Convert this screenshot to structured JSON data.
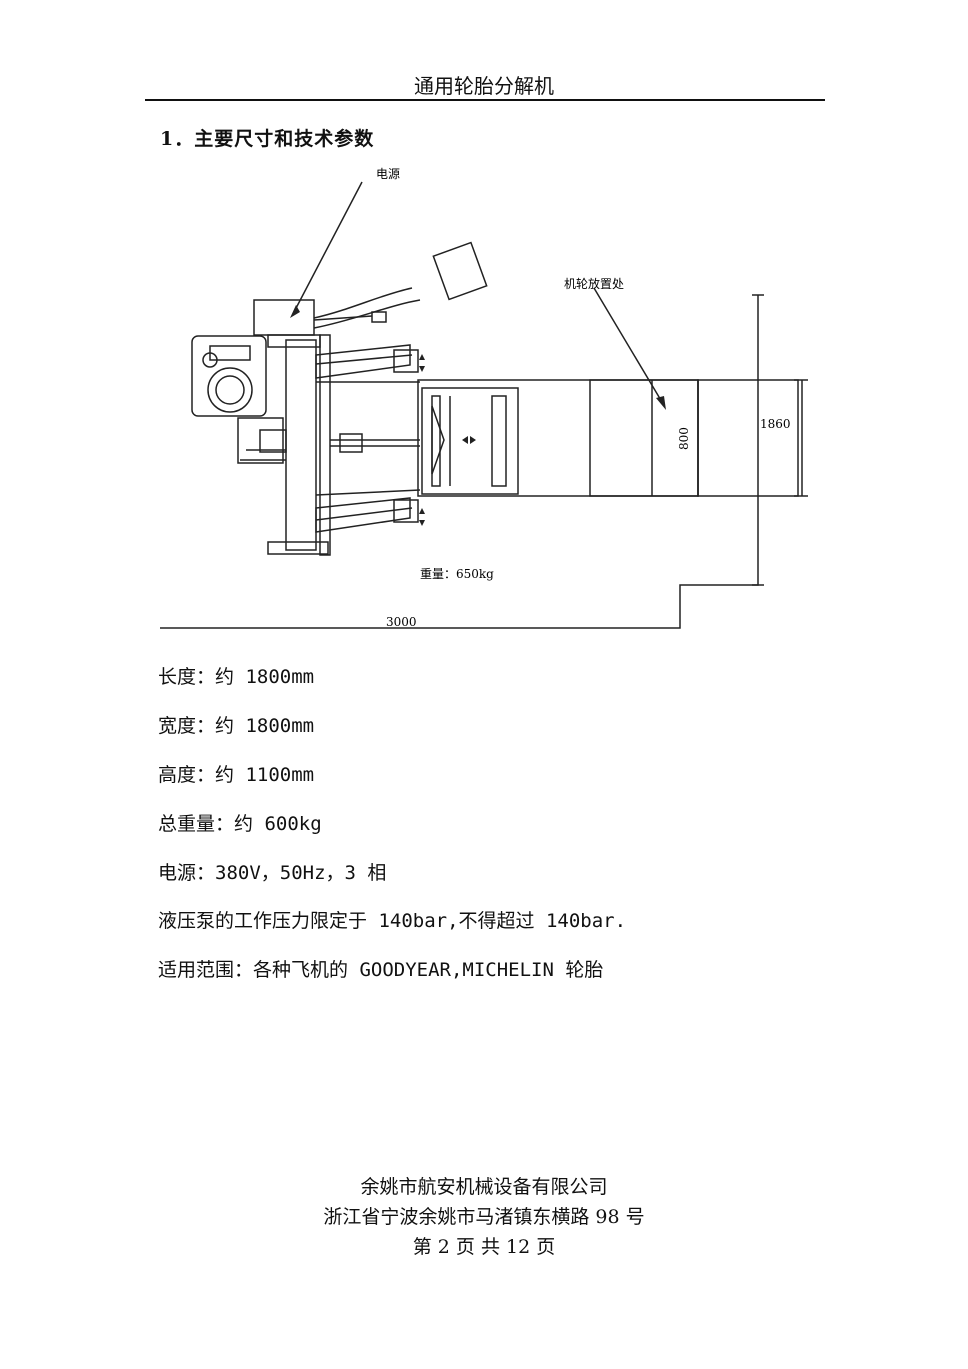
{
  "header": {
    "title": "通用轮胎分解机"
  },
  "section": {
    "title": "1．主要尺寸和技术参数"
  },
  "diagram": {
    "labels": {
      "power": "电源",
      "wheel_place": "机轮放置处",
      "weight": "重量：650kg",
      "dim_width": "3000",
      "dim_height": "1860",
      "dim_800": "800"
    }
  },
  "specs": [
    "长度：约 1800mm",
    "宽度：约 1800mm",
    "高度：约 1100mm",
    "总重量：约 600kg",
    "电源：380V，50Hz，3 相",
    "液压泵的工作压力限定于 140bar,不得超过 140bar.",
    "适用范围：各种飞机的 GOODYEAR,MICHELIN 轮胎"
  ],
  "footer": {
    "company": "余姚市航安机械设备有限公司",
    "address": "浙江省宁波余姚市马渚镇东横路 98 号",
    "page": "第 2 页 共 12 页"
  }
}
